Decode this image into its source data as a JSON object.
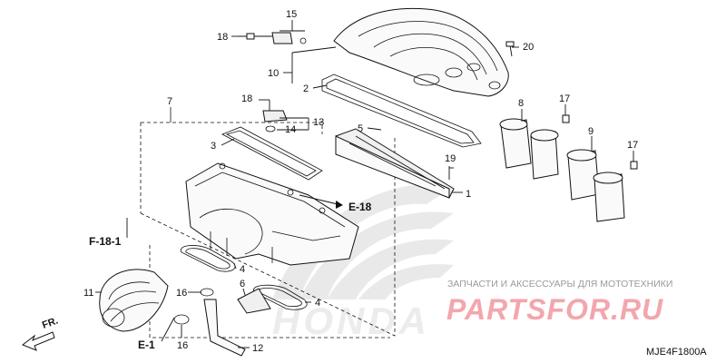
{
  "diagram": {
    "callouts": [
      "1",
      "2",
      "3",
      "4",
      "4",
      "5",
      "6",
      "7",
      "8",
      "9",
      "10",
      "11",
      "12",
      "13",
      "14",
      "15",
      "16",
      "16",
      "17",
      "17",
      "18",
      "18",
      "19",
      "20"
    ],
    "references": {
      "e18": "E-18",
      "f181": "F-18-1",
      "e1": "E-1",
      "front": "FR."
    },
    "code": "MJE4F1800A"
  },
  "watermark": {
    "brand": "HONDA",
    "shop_caption": "ЗАПЧАСТИ И АКСЕССУАРЫ ДЛЯ МОТОТЕХНИКИ",
    "shop_logo": "PARTSFOR.RU",
    "logo_color": "#f3a6ad",
    "caption_color": "#9a9a9a"
  }
}
